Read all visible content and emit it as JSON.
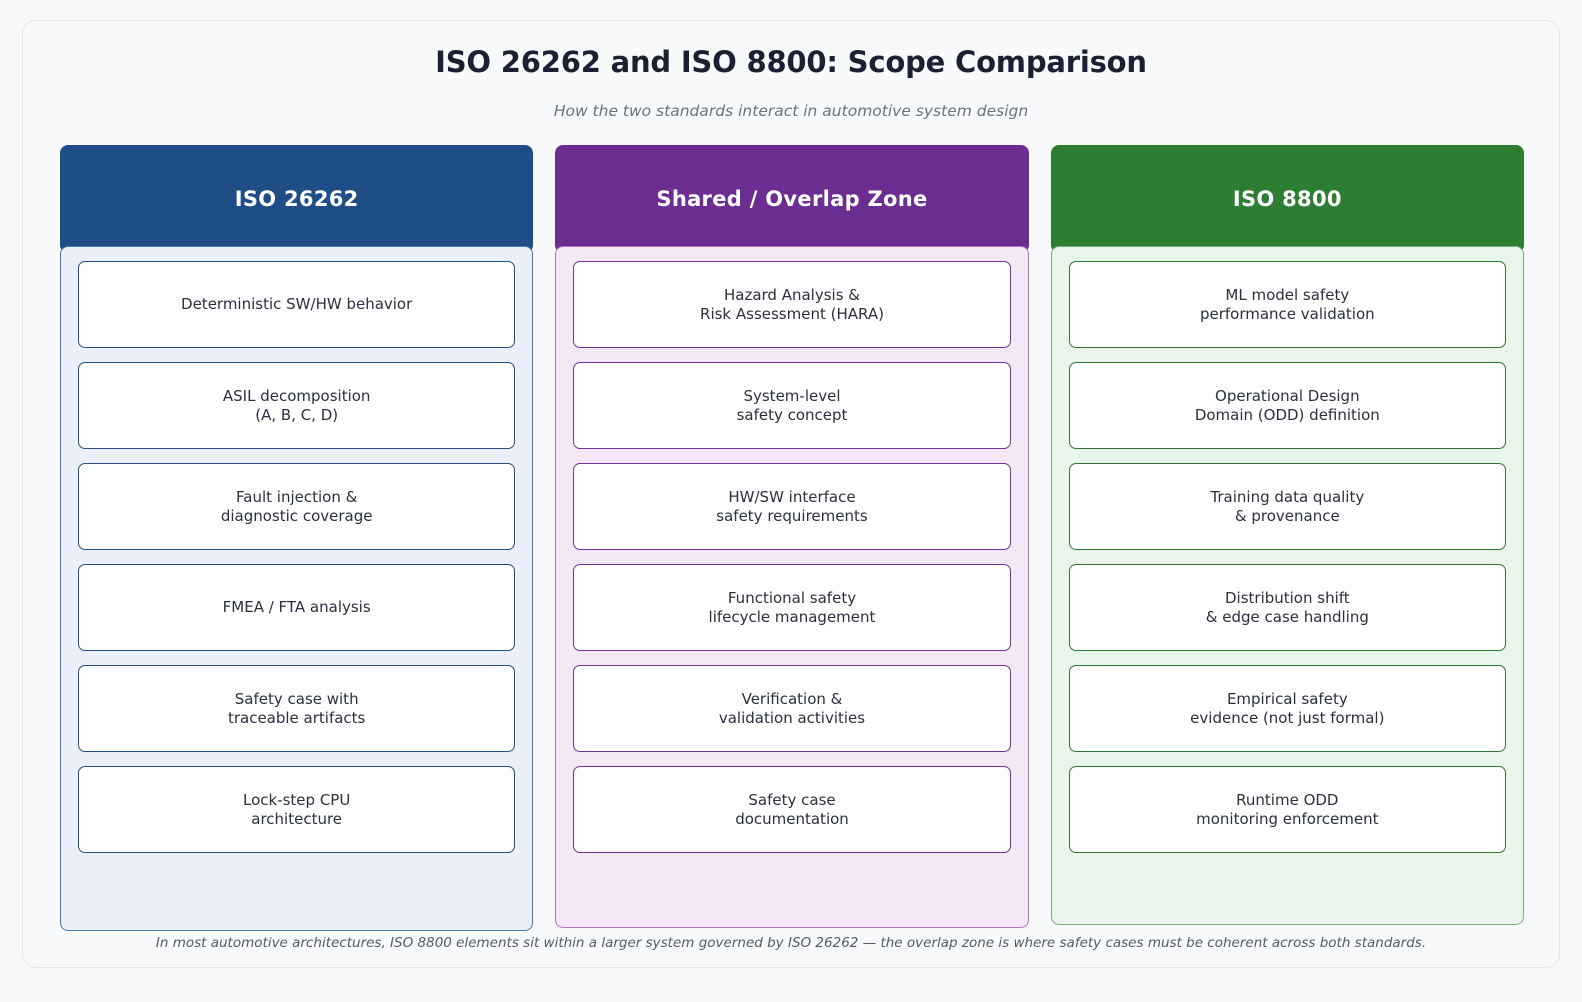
{
  "header": {
    "title": "ISO 26262 and ISO 8800: Scope Comparison",
    "subtitle": "How the two standards interact in automotive system design"
  },
  "columns": [
    {
      "id": "iso-26262",
      "title": "ISO 26262",
      "header_color": "#1f4e87",
      "body_color": "#eaeffa",
      "border_color": "#245287",
      "items": [
        "Deterministic SW/HW behavior",
        "ASIL decomposition\n(A, B, C, D)",
        "Fault injection &\ndiagnostic coverage",
        "FMEA / FTA analysis",
        "Safety case with\ntraceable artifacts",
        "Lock-step CPU\narchitecture"
      ]
    },
    {
      "id": "shared-overlap-zone",
      "title": "Shared / Overlap Zone",
      "header_color": "#6b2d92",
      "body_color": "#f4e7f6",
      "border_color": "#74309b",
      "items": [
        "Hazard Analysis &\nRisk Assessment (HARA)",
        "System-level\nsafety concept",
        "HW/SW interface\nsafety requirements",
        "Functional safety\nlifecycle management",
        "Verification &\nvalidation activities",
        "Safety case\ndocumentation"
      ]
    },
    {
      "id": "iso-8800",
      "title": "ISO 8800",
      "header_color": "#2d7d32",
      "body_color": "#e9f4ea",
      "border_color": "#31772f",
      "items": [
        "ML model safety\nperformance validation",
        "Operational Design\nDomain (ODD) definition",
        "Training data quality\n& provenance",
        "Distribution shift\n& edge case handling",
        "Empirical safety\nevidence (not just formal)",
        "Runtime ODD\nmonitoring enforcement"
      ]
    }
  ],
  "footer": {
    "note": "In most automotive architectures, ISO 8800 elements sit within a larger system governed by ISO 26262 — the overlap zone is where safety cases must be coherent across both standards."
  }
}
